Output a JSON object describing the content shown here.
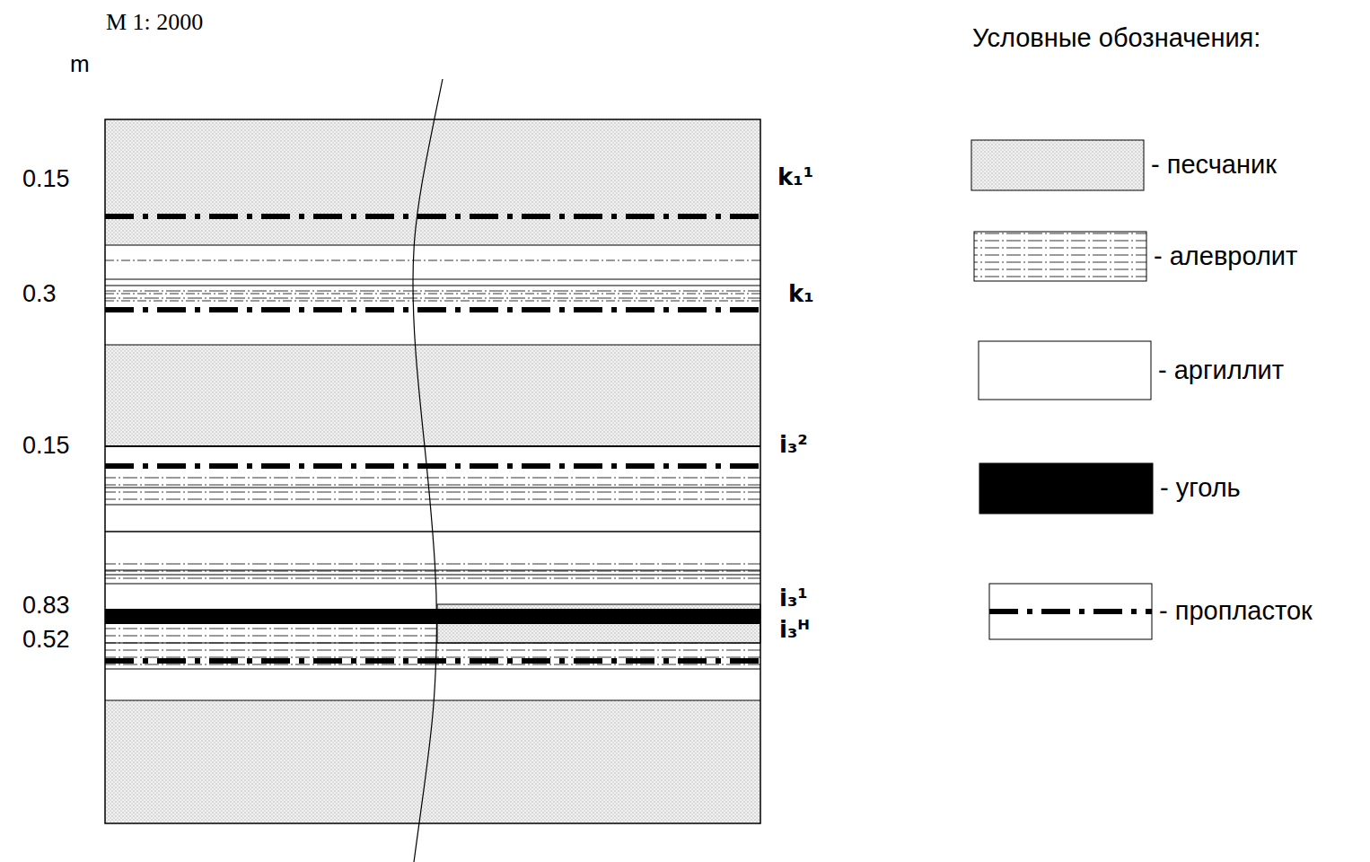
{
  "diagram": {
    "labels": [
      "M 1: 2000",
      "m",
      "0.15",
      "0.3",
      "0.15",
      "0.83",
      "0.52",
      "k₁¹",
      "k₁",
      "i₃²",
      "i₃¹",
      "i₃ᴴ",
      "Условные обозначения:"
    ],
    "legend": [
      {
        "text": "- песчаник"
      },
      {
        "text": "- алевролит"
      },
      {
        "text": "- аргиллит",
        "color": "#ffffff"
      },
      {
        "text": "- уголь",
        "color": "#000000"
      },
      {
        "text": "- пропласток"
      }
    ]
  }
}
